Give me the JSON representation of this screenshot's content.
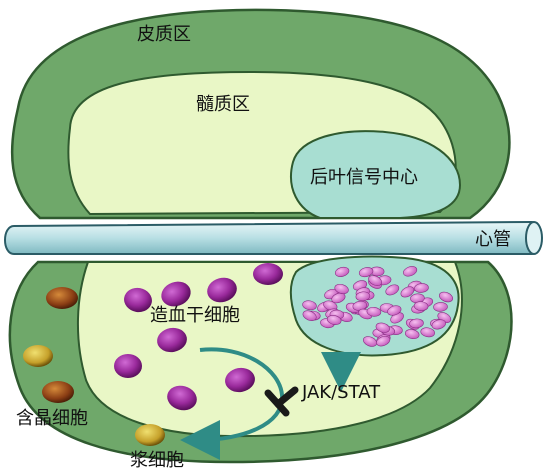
{
  "labels": {
    "cortex": "皮质区",
    "medulla": "髓质区",
    "posterior_center": "后叶信号中心",
    "heart_tube": "心管",
    "hsc": "造血干细胞",
    "crystal_cells": "含晶细胞",
    "plasmatocytes": "浆细胞",
    "jak_stat": "JAK/STAT"
  },
  "colors": {
    "outer_lobe": "#6fa86a",
    "outer_edge": "#2f5a2f",
    "medulla_fill": "#e9f7c6",
    "medulla_edge": "#2f5a2f",
    "psc_fill": "#a8ded2",
    "tube_fill": "#b8dfe4",
    "tube_edge": "#2b5c66",
    "hsc_purple": "#8a1f8c",
    "psc_cell_pink": "#d77bd0",
    "crystal_dark": "#8a3d14",
    "crystal_light": "#c5a02a",
    "arrow_teal": "#2f8c86",
    "inhibit_black": "#1a1a1a"
  }
}
